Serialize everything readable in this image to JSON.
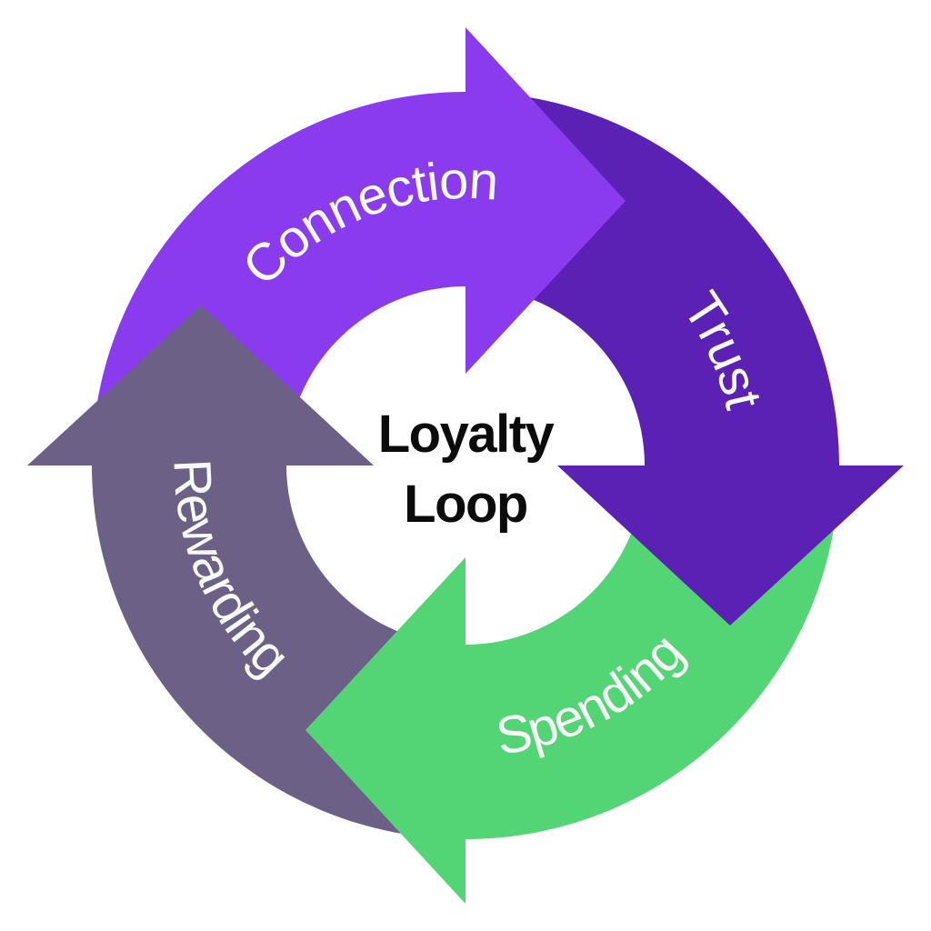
{
  "diagram": {
    "title": {
      "line1": "Loyalty",
      "line2": "Loop",
      "color": "#0b0b0b"
    },
    "label_color": "#f7faf7",
    "background": "#ffffff",
    "segments": [
      {
        "id": "connection",
        "label": "Connection",
        "color": "#8a3bee"
      },
      {
        "id": "trust",
        "label": "Trust",
        "color": "#5a21b4"
      },
      {
        "id": "spending",
        "label": "Spending",
        "color": "#53d575"
      },
      {
        "id": "rewarding",
        "label": "Rewarding",
        "color": "#6c6086"
      }
    ],
    "flow_order": [
      "Connection",
      "Trust",
      "Spending",
      "Rewarding"
    ],
    "direction": "clockwise"
  }
}
